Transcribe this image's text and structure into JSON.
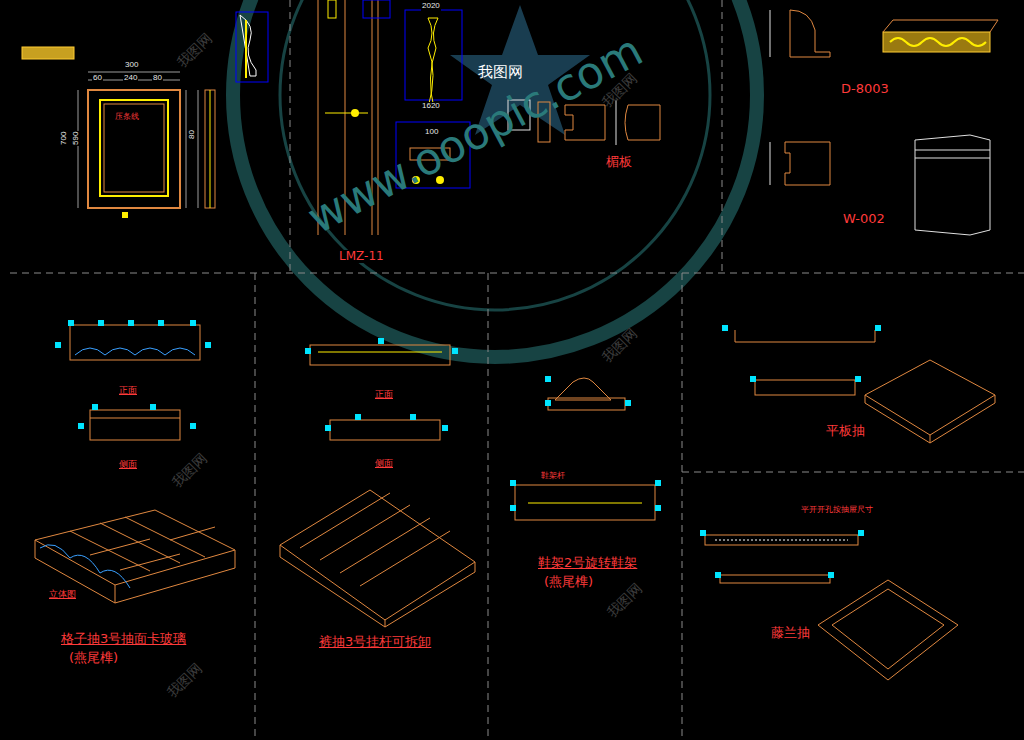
{
  "diagram": {
    "labels": [
      "D-8003",
      "W-002",
      "LMZ-11",
      "楣板",
      "正面",
      "侧面",
      "立体图",
      "格子抽3号抽面卡玻璃",
      "(燕尾榫)",
      "正面",
      "侧面",
      "裤抽3号挂杆可拆卸",
      "鞋架2号旋转鞋架",
      "(燕尾榫)",
      "平板抽",
      "藤兰抽",
      "我图网",
      "www.ooopic.com",
      "压条线",
      "300",
      "60",
      "240",
      "80",
      "700",
      "590",
      "80",
      "1620",
      "2020",
      "100",
      "鞋架杆",
      "平开开孔按抽屉尺寸",
      "我图网",
      "我图网",
      "我图网",
      "我图网",
      "我图网",
      "我图网"
    ]
  }
}
